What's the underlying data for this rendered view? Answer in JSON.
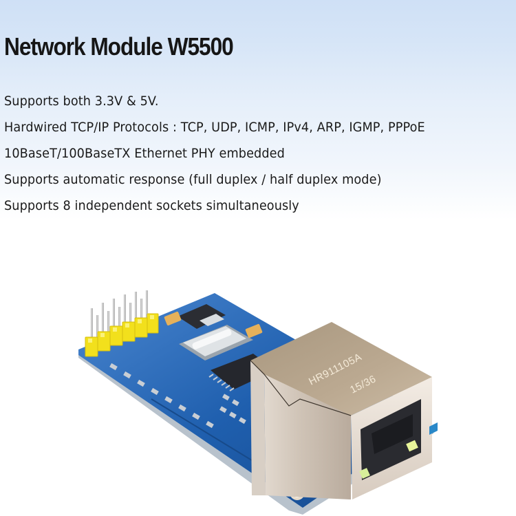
{
  "title": "Network Module W5500",
  "features": [
    "Supports both 3.3V & 5V.",
    "Hardwired TCP/IP Protocols : TCP, UDP, ICMP, IPv4, ARP, IGMP, PPPoE",
    "10BaseT/100BaseTX Ethernet PHY embedded",
    "Supports automatic response (full duplex / half duplex mode)",
    "Supports 8 independent sockets simultaneously"
  ],
  "product_image": {
    "description": "W5500 Ethernet module on blue PCB with yellow pin headers and RJ45 jack",
    "jack_label_line1": "HR911105A",
    "jack_label_line2": "15/36",
    "colors": {
      "pcb": "#1f5fae",
      "header": "#f2e01c",
      "jack_metal": "#c9b9a3",
      "led": "#e8f59a"
    }
  }
}
